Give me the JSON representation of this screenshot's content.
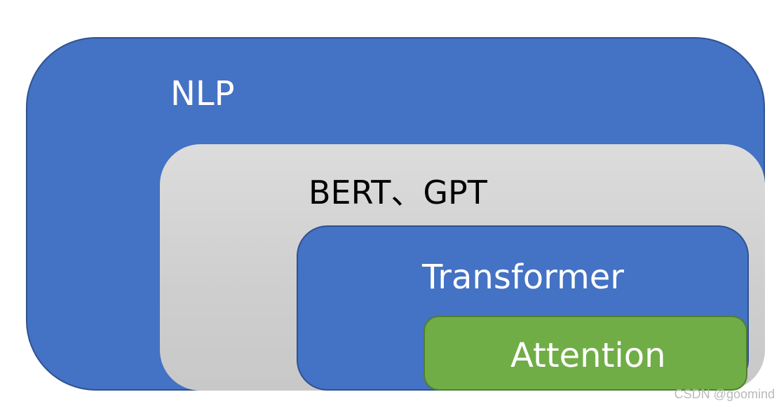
{
  "diagram": {
    "layers": [
      {
        "id": "nlp",
        "label": "NLP",
        "fill": "#4472c4",
        "text_color": "#ffffff"
      },
      {
        "id": "bert_gpt",
        "label": "BERT、GPT",
        "fill": "#d3d3d3",
        "text_color": "#000000"
      },
      {
        "id": "transformer",
        "label": "Transformer",
        "fill": "#4472c4",
        "text_color": "#ffffff"
      },
      {
        "id": "attention",
        "label": "Attention",
        "fill": "#70ad47",
        "text_color": "#ffffff"
      }
    ]
  },
  "watermark": "CSDN @goomind"
}
